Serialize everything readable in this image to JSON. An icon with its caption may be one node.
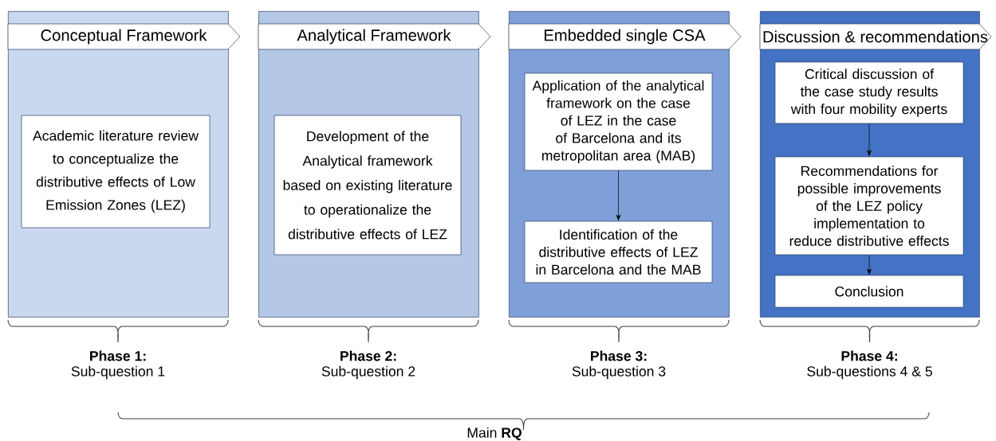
{
  "diagram": {
    "nodes": [
      {
        "text": [
          "Conceptual Framework"
        ]
      },
      {
        "text": [
          "Academic literature review to conceptualize the distributive effects of Low Emission Zones (LEZ)"
        ],
        "in": 0
      },
      {
        "text": [
          "Analytical Framework"
        ]
      },
      {
        "text": [
          "Development of the Analytical framework based on existing literature to operationalize the distributive effects of LEZ"
        ],
        "in": 2
      },
      {
        "text": [
          "Embedded single CSA"
        ]
      },
      {
        "text": [
          "Application of the analytical framework on the case of LEZ in the case of Barcelona and its metropolitan area (MAB)"
        ],
        "in": 4
      },
      {
        "text": [
          "Identification of the distributive effects of LEZ in Barcelona and the MAB"
        ],
        "in": 4
      },
      {
        "text": [
          "Discussion & recommendations"
        ]
      },
      {
        "text": [
          "Critical discussion of the case study results with four mobility experts"
        ],
        "in": 7
      },
      {
        "text": [
          "Recommendations for possible improvements of the LEZ policy implementation to reduce distributive effects"
        ],
        "in": 7
      },
      {
        "text": [
          "Conclusion"
        ],
        "in": 7
      }
    ],
    "edges": [
      {
        "from": 5,
        "to": 6,
        "arrow": "to"
      },
      {
        "from": 8,
        "to": 9,
        "arrow": "to"
      },
      {
        "from": 9,
        "to": 10,
        "arrow": "to"
      }
    ],
    "labels": [
      "Phase 1:",
      "Sub-question 1",
      "Phase 2:",
      "Sub-question 2",
      "Phase 3:",
      "Sub-question 3",
      "Phase 4:",
      "Sub-questions 4 & 5",
      "Main **RQ**"
    ]
  }
}
